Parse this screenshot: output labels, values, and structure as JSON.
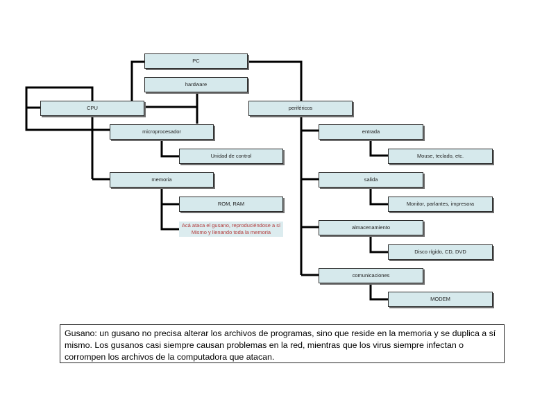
{
  "diagram": {
    "nodes": {
      "pc": "PC",
      "hardware": "hardware",
      "cpu": "CPU",
      "perifericos": "periféricos",
      "microprocesador": "microprocesador",
      "unidad_control": "Unidad de control",
      "memoria": "memoria",
      "rom_ram": "ROM, RAM",
      "gusano_note": "Acá ataca el gusano, reproduciéndose a sí Mismo y llenando toda la memoria",
      "entrada": "entrada",
      "mouse": "Mouse, teclado, etc.",
      "salida": "salida",
      "monitor": "Monitor, parlantes, impresora",
      "almacenamiento": "almacenamiento",
      "disco": "Disco rígido, CD, DVD",
      "comunicaciones": "comunicaciones",
      "modem": "MODEM"
    },
    "colors": {
      "node_fill": "#d6e9ec",
      "connector": "#000000",
      "note_text": "#b23a3a"
    }
  },
  "caption": {
    "text": "Gusano: un gusano no precisa alterar los archivos de programas, sino que reside en la memoria y se duplica a sí mismo. Los gusanos casi siempre causan problemas en la red, mientras que los virus siempre infectan o corrompen los archivos de la computadora que atacan."
  }
}
